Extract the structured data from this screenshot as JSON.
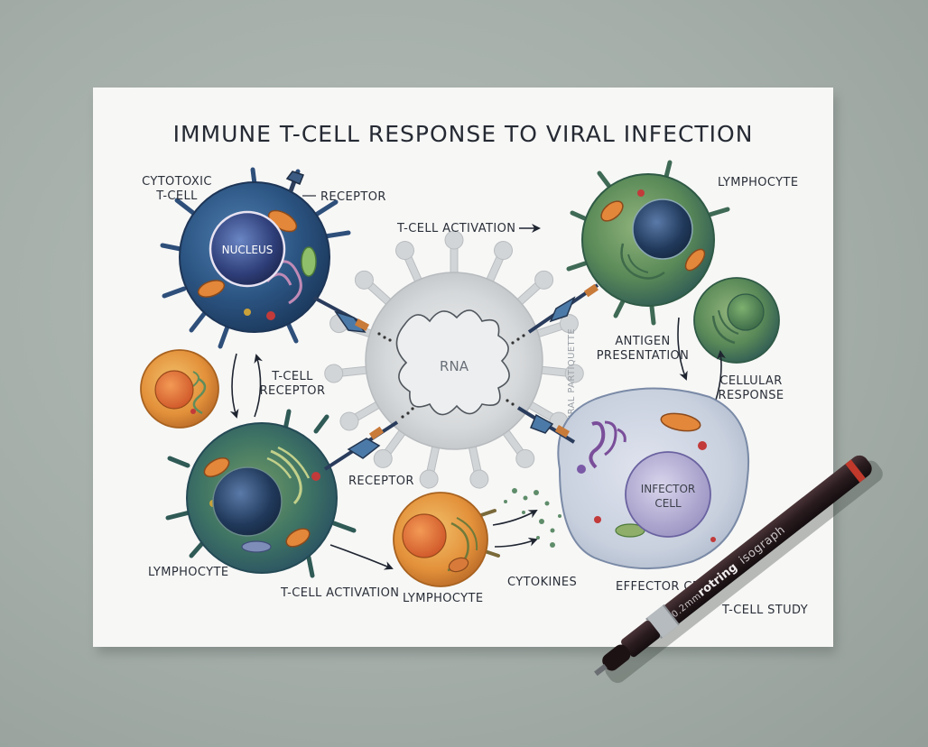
{
  "title": "IMMUNE T-CELL RESPONSE TO VIRAL INFECTION",
  "labels": {
    "cytotoxic_line1": "CYTOTOXIC",
    "cytotoxic_line2": "T-CELL",
    "receptor_top": "RECEPTOR",
    "nucleus": "NUCLEUS",
    "activation_top": "T-CELL ACTIVATION",
    "lymphocyte_top": "LYMPHOCYTE",
    "rna": "RNA",
    "viral_particle": "VIRAL PARTIQUETTE",
    "tcell_receptor_line1": "T-CELL",
    "tcell_receptor_line2": "RECEPTOR",
    "antigen_line1": "ANTIGEN",
    "antigen_line2": "PRESENTATION",
    "cellular_line1": "CELLULAR",
    "cellular_line2": "RESPONSE",
    "receptor_mid": "RECEPTOR",
    "infector_line1": "INFECTOR",
    "infector_line2": "CELL",
    "lymphocyte_left": "LYMPHOCYTE",
    "activation_bottom": "T-CELL ACTIVATION",
    "lymphocyte_bottom": "LYMPHOCYTE",
    "cytokines": "CYTOKINES",
    "effector_cell": "EFFECTOR CELL",
    "study": "T-CELL STUDY"
  },
  "pen": {
    "brand": "rotring",
    "model": "isograph",
    "size": "0.2mm"
  },
  "colors": {
    "paper": "#f7f7f6",
    "table": "#a5aea9",
    "cell_blue": "#2f5a86",
    "cell_green": "#5f8d5b",
    "cell_orange": "#e4913f",
    "virus_gray": "#c8cbcd",
    "pen_body": "#2b1e21",
    "pen_ring": "#c0392b"
  }
}
